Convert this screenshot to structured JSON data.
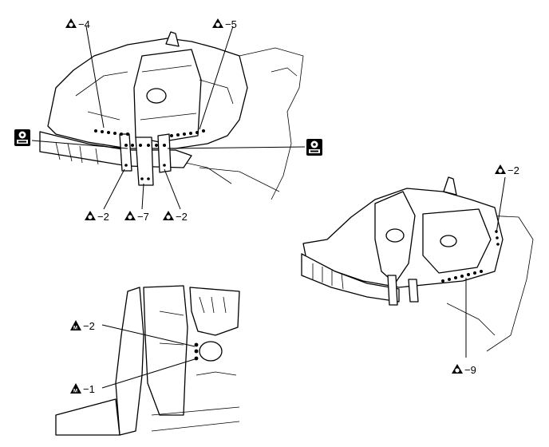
{
  "callouts": {
    "tl_4": {
      "symbol": "triangle-circle",
      "num": "4"
    },
    "tl_5": {
      "symbol": "triangle-circle",
      "num": "5"
    },
    "tl_2a": {
      "symbol": "triangle-circle",
      "num": "2"
    },
    "tl_7": {
      "symbol": "triangle-circle",
      "num": "7"
    },
    "tl_2b": {
      "symbol": "triangle-circle",
      "num": "2"
    },
    "r_2": {
      "symbol": "triangle-circle",
      "num": "2"
    },
    "r_9": {
      "symbol": "triangle-circle",
      "num": "9"
    },
    "bl_m2": {
      "symbol": "triangle-M",
      "letter": "M",
      "num": "2"
    },
    "bl_m1": {
      "symbol": "triangle-M",
      "letter": "M",
      "num": "1"
    }
  },
  "dash": "−",
  "icons": {
    "weld_left": "spot-weld-box-icon",
    "weld_right": "spot-weld-box-icon"
  },
  "colors": {
    "line": "#000000",
    "background": "#ffffff"
  }
}
